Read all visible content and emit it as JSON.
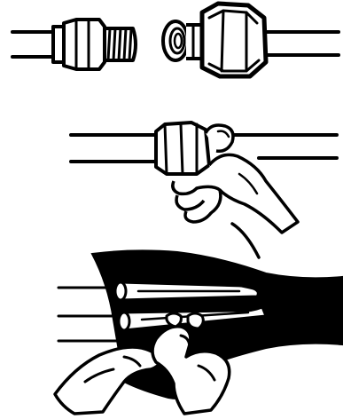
{
  "figure": {
    "background": "#ffffff",
    "ink": "#000000",
    "panels": [
      {
        "id": "pipe-fittings",
        "icon": "threaded-pipe-and-flare-nut-icon"
      },
      {
        "id": "hand-tightening",
        "icon": "hand-gripping-nut-icon"
      },
      {
        "id": "pipe-wrapping",
        "icon": "hands-wrapping-pipes-icon"
      }
    ]
  }
}
